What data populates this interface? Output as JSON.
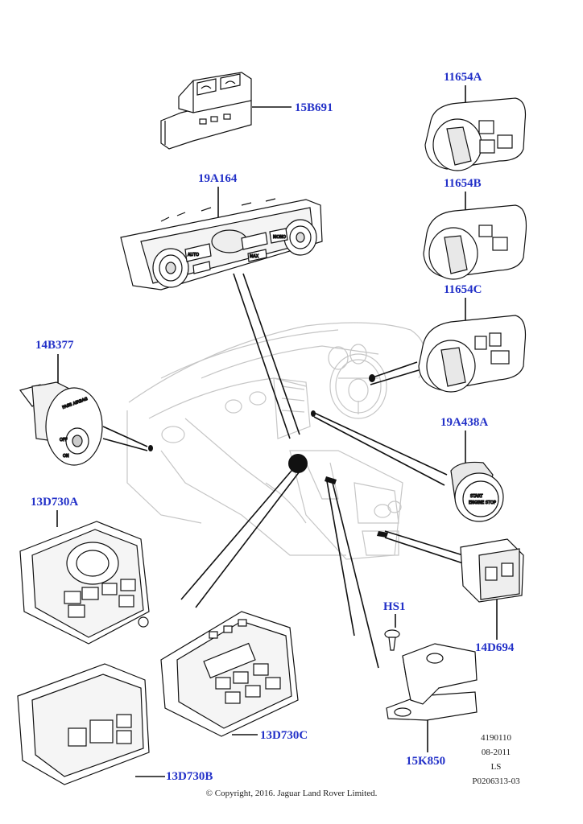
{
  "callouts": {
    "c15B691": "15B691",
    "c19A164": "19A164",
    "c11654A": "11654A",
    "c11654B": "11654B",
    "c11654C": "11654C",
    "c14B377": "14B377",
    "c19A438A": "19A438A",
    "c13D730A": "13D730A",
    "c13D730C": "13D730C",
    "c13D730B": "13D730B",
    "cHS1": "HS1",
    "c14D694": "14D694",
    "c15K850": "15K850"
  },
  "reference": {
    "line1": "4190110",
    "line2": "08-2011",
    "line3": "LS",
    "line4": "P0206313-03"
  },
  "copyright": "© Copyright, 2016. Jaguar Land Rover Limited.",
  "part_labels": {
    "airbag_switch": "PASS AIRBAG",
    "airbag_off": "OFF",
    "airbag_on": "ON",
    "start_button": "START ENGINE STOP",
    "hvac_auto": "AUTO",
    "hvac_mono": "MONO",
    "hvac_max": "MAX"
  },
  "colors": {
    "callout": "#2331c8",
    "line": "#111111",
    "ghost": "#c6c6c6"
  }
}
